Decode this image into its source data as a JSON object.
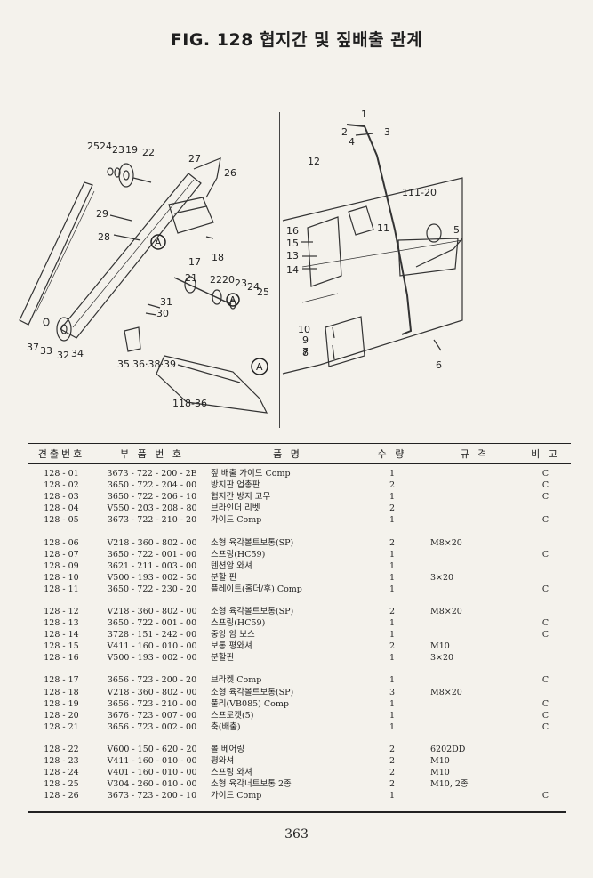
{
  "title": "FIG. 128 협지간 및 짚배출 관계",
  "diagram": {
    "callouts_left": [
      "25",
      "24",
      "23",
      "19",
      "22",
      "27",
      "26",
      "29",
      "28",
      "17",
      "18",
      "21",
      "22",
      "20",
      "23",
      "24",
      "25",
      "31",
      "30",
      "37",
      "33",
      "32",
      "34",
      "35",
      "36·38·39",
      "118-36"
    ],
    "callouts_right": [
      "1",
      "2",
      "4",
      "3",
      "12",
      "111-20",
      "16",
      "15",
      "13",
      "14",
      "11",
      "5",
      "10",
      "9",
      "8",
      "7",
      "6"
    ],
    "view_marks": [
      "A",
      "A",
      "A"
    ]
  },
  "table": {
    "headers": [
      "견출번호",
      "부 품 번 호",
      "품 명",
      "수 량",
      "규 격",
      "비 고"
    ],
    "groups": [
      [
        {
          "no": "128 - 01",
          "part": "3673 - 722 - 200 - 2E",
          "name": "짚 배출 가이드 Comp",
          "qty": "1",
          "spec": "",
          "note": "C"
        },
        {
          "no": "128 - 02",
          "part": "3650 - 722 - 204 - 00",
          "name": "방지판 업총판",
          "qty": "2",
          "spec": "",
          "note": "C"
        },
        {
          "no": "128 - 03",
          "part": "3650 - 722 - 206 - 10",
          "name": "협지간 방지 고무",
          "qty": "1",
          "spec": "",
          "note": "C"
        },
        {
          "no": "128 - 04",
          "part": "V550 - 203 - 208 - 80",
          "name": "브라인더 리벳",
          "qty": "2",
          "spec": "",
          "note": ""
        },
        {
          "no": "128 - 05",
          "part": "3673 - 722 - 210 - 20",
          "name": "가이드 Comp",
          "qty": "1",
          "spec": "",
          "note": "C"
        }
      ],
      [
        {
          "no": "128 - 06",
          "part": "V218 - 360 - 802 - 00",
          "name": "소형 육각볼트보통(SP)",
          "qty": "2",
          "spec": "M8×20",
          "note": ""
        },
        {
          "no": "128 - 07",
          "part": "3650 - 722 - 001 - 00",
          "name": "스프링(HC59)",
          "qty": "1",
          "spec": "",
          "note": "C"
        },
        {
          "no": "128 - 09",
          "part": "3621 - 211 - 003 - 00",
          "name": "텐션암 와셔",
          "qty": "1",
          "spec": "",
          "note": ""
        },
        {
          "no": "128 - 10",
          "part": "V500 - 193 - 002 - 50",
          "name": "분할 핀",
          "qty": "1",
          "spec": "3×20",
          "note": ""
        },
        {
          "no": "128 - 11",
          "part": "3650 - 722 - 230 - 20",
          "name": "플레이트(홀더/후) Comp",
          "qty": "1",
          "spec": "",
          "note": "C"
        }
      ],
      [
        {
          "no": "128 - 12",
          "part": "V218 - 360 - 802 - 00",
          "name": "소형 육각볼트보통(SP)",
          "qty": "2",
          "spec": "M8×20",
          "note": ""
        },
        {
          "no": "128 - 13",
          "part": "3650 - 722 - 001 - 00",
          "name": "스프링(HC59)",
          "qty": "1",
          "spec": "",
          "note": "C"
        },
        {
          "no": "128 - 14",
          "part": "3728 - 151 - 242 - 00",
          "name": "중앙 암 보스",
          "qty": "1",
          "spec": "",
          "note": "C"
        },
        {
          "no": "128 - 15",
          "part": "V411 - 160 - 010 - 00",
          "name": "보통 평와셔",
          "qty": "2",
          "spec": "M10",
          "note": ""
        },
        {
          "no": "128 - 16",
          "part": "V500 - 193 - 002 - 00",
          "name": "분할핀",
          "qty": "1",
          "spec": "3×20",
          "note": ""
        }
      ],
      [
        {
          "no": "128 - 17",
          "part": "3656 - 723 - 200 - 20",
          "name": "브라켓 Comp",
          "qty": "1",
          "spec": "",
          "note": "C"
        },
        {
          "no": "128 - 18",
          "part": "V218 - 360 - 802 - 00",
          "name": "소형 육각볼트보통(SP)",
          "qty": "3",
          "spec": "M8×20",
          "note": ""
        },
        {
          "no": "128 - 19",
          "part": "3656 - 723 - 210 - 00",
          "name": "풀리(VB085) Comp",
          "qty": "1",
          "spec": "",
          "note": "C"
        },
        {
          "no": "128 - 20",
          "part": "3676 - 723 - 007 - 00",
          "name": "스프로켓(5)",
          "qty": "1",
          "spec": "",
          "note": "C"
        },
        {
          "no": "128 - 21",
          "part": "3656 - 723 - 002 - 00",
          "name": "축(배출)",
          "qty": "1",
          "spec": "",
          "note": "C"
        }
      ],
      [
        {
          "no": "128 - 22",
          "part": "V600 - 150 - 620 - 20",
          "name": "볼 베어링",
          "qty": "2",
          "spec": "6202DD",
          "note": ""
        },
        {
          "no": "128 - 23",
          "part": "V411 - 160 - 010 - 00",
          "name": "평와셔",
          "qty": "2",
          "spec": "M10",
          "note": ""
        },
        {
          "no": "128 - 24",
          "part": "V401 - 160 - 010 - 00",
          "name": "스프링 와셔",
          "qty": "2",
          "spec": "M10",
          "note": ""
        },
        {
          "no": "128 - 25",
          "part": "V304 - 260 - 010 - 00",
          "name": "소형 육각너트보통 2종",
          "qty": "2",
          "spec": "M10, 2종",
          "note": ""
        },
        {
          "no": "128 - 26",
          "part": "3673 - 723 - 200 - 10",
          "name": "가이드 Comp",
          "qty": "1",
          "spec": "",
          "note": "C"
        }
      ]
    ]
  },
  "page_number": "363"
}
